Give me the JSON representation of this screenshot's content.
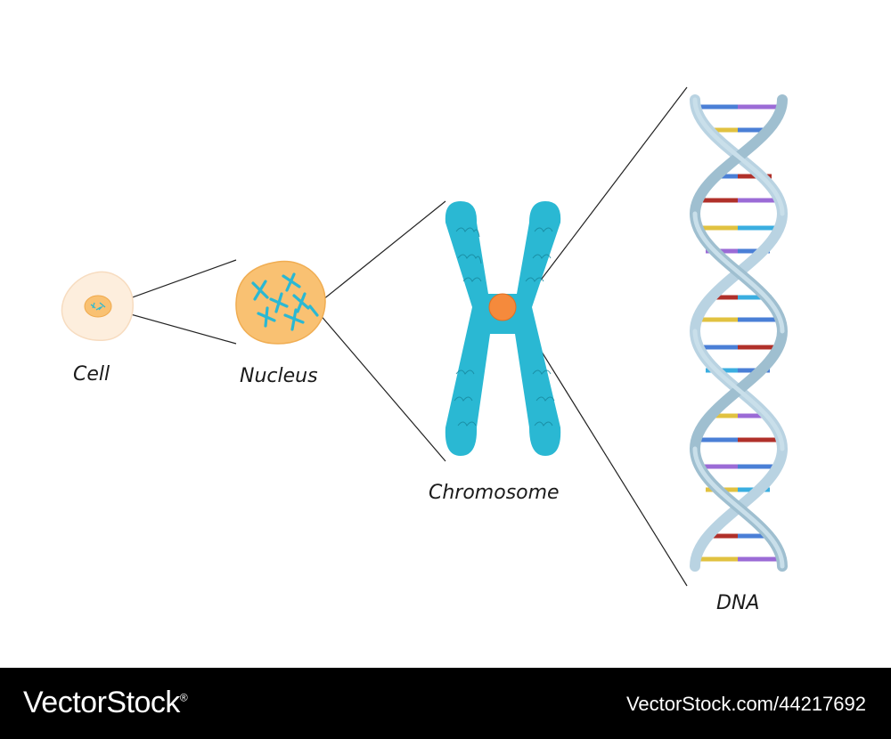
{
  "labels": {
    "cell": "Cell",
    "nucleus": "Nucleus",
    "chromosome": "Chromosome",
    "dna": "DNA"
  },
  "footer": {
    "brand": "VectorStock",
    "brand_mark": "®",
    "image_id": "VectorStock.com/44217692"
  },
  "colors": {
    "cell": "#fdeedd",
    "nucleus": "#f9c172",
    "chromosome": "#2ab8d3",
    "centromere": "#f58a3c",
    "strand": "#a8c8d8",
    "base_pairs": [
      "#4a7fd6",
      "#9b6bd6",
      "#e1c240",
      "#b0302a",
      "#3aaee0"
    ]
  }
}
